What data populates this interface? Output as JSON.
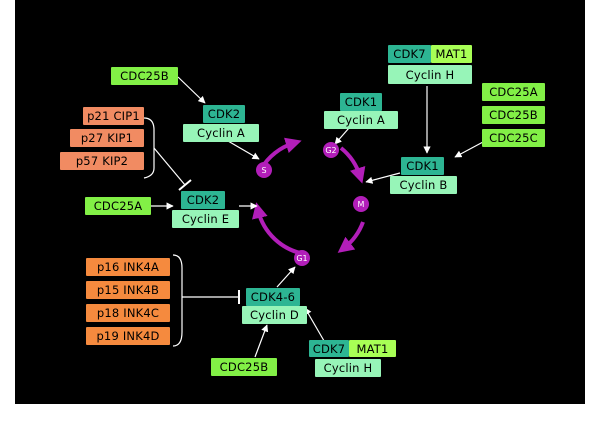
{
  "cycle": {
    "color": "#b21eb9",
    "phases": {
      "s": "S",
      "g2": "G2",
      "m": "M",
      "g1": "G1"
    }
  },
  "complexes": {
    "cdk2_cyclin_a": {
      "kinase": "CDK2",
      "cyclin": "Cyclin A"
    },
    "cdk1_cyclin_a": {
      "kinase": "CDK1",
      "cyclin": "Cyclin A"
    },
    "cdk7_cyclin_h_top": {
      "kinase": "CDK7",
      "partner": "MAT1",
      "cyclin": "Cyclin H"
    },
    "cdk1_cyclin_b": {
      "kinase": "CDK1",
      "cyclin": "Cyclin B"
    },
    "cdk2_cyclin_e": {
      "kinase": "CDK2",
      "cyclin": "Cyclin E"
    },
    "cdk46_cyclin_d": {
      "kinase": "CDK4-6",
      "cyclin": "Cyclin D"
    },
    "cdk7_cyclin_h_bottom": {
      "kinase": "CDK7",
      "partner": "MAT1",
      "cyclin": "Cyclin H"
    }
  },
  "activators": {
    "cdc25b_top": "CDC25B",
    "cdc25a_right": "CDC25A",
    "cdc25b_right": "CDC25B",
    "cdc25c_right": "CDC25C",
    "cdc25a_left": "CDC25A",
    "cdc25b_bottom": "CDC25B"
  },
  "inhibitors": {
    "cip_kip": [
      "p21 CIP1",
      "p27 KIP1",
      "p57 KIP2"
    ],
    "ink4": [
      "p16 INK4A",
      "p15 INK4B",
      "p18 INK4C",
      "p19 INK4D"
    ]
  },
  "colors": {
    "background": "#000000",
    "kinase": "#2db593",
    "cyclin": "#97f5b8",
    "cdc25": "#82f046",
    "mat1": "#a8ff55",
    "cip_kip": "#f18b62",
    "ink4": "#f58a3e",
    "arrows": "#ffffff"
  }
}
